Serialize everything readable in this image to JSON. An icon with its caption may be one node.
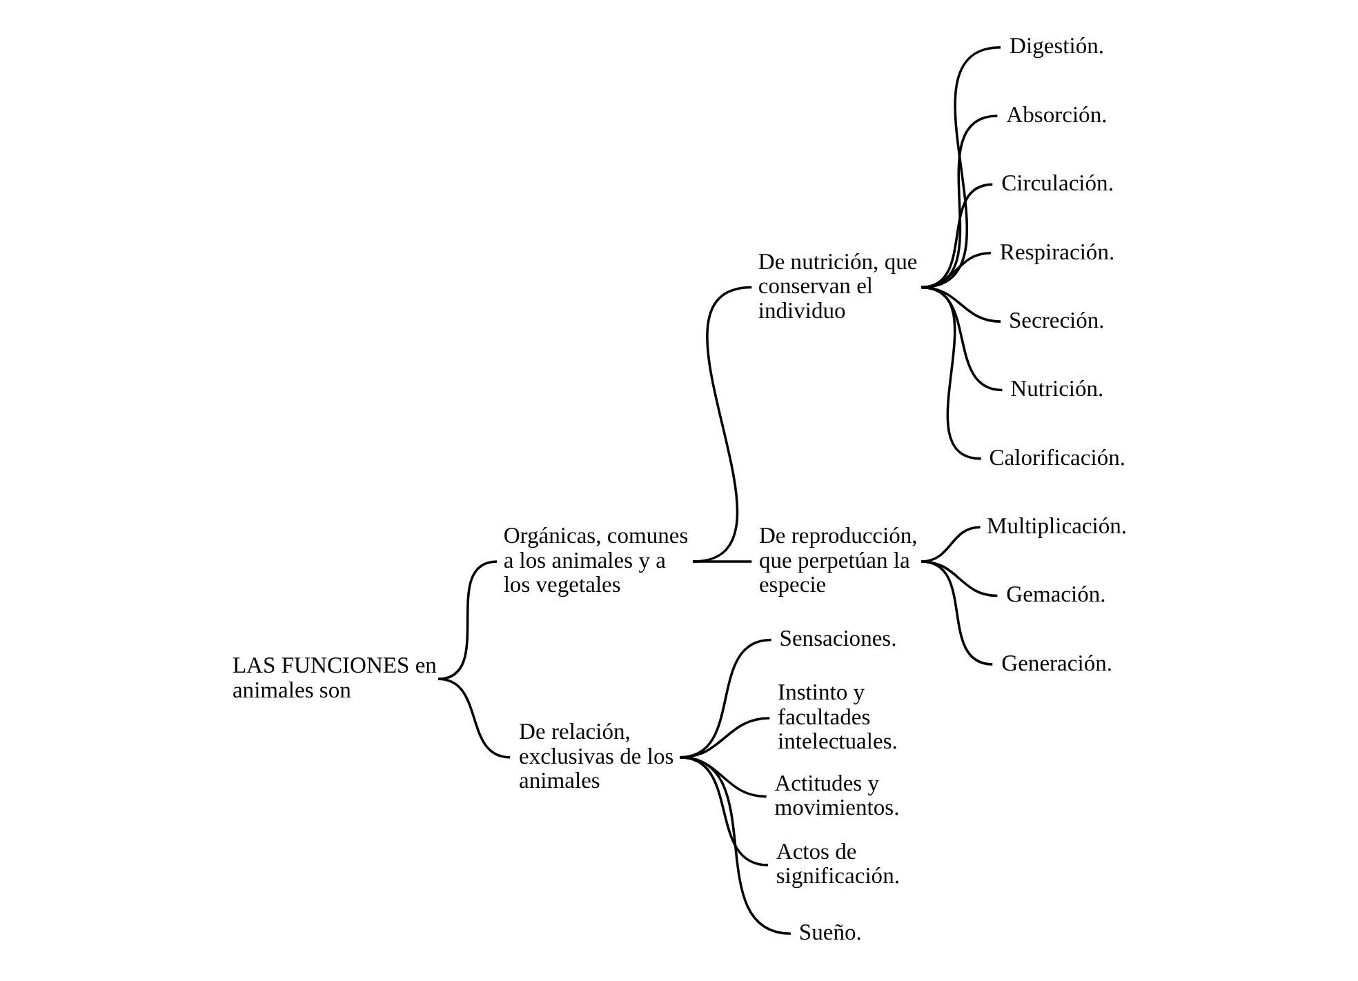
{
  "diagram": {
    "nodes": [
      {
        "text": [
          "LAS FUNCIONES en animales son"
        ]
      },
      {
        "text": [
          "Orgánicas, comunes a los animales y a los vegetales"
        ]
      },
      {
        "text": [
          "De nutrición, que conservan el individuo"
        ]
      },
      {
        "text": [
          "Digestión."
        ]
      },
      {
        "text": [
          "Absorción."
        ]
      },
      {
        "text": [
          "Circulación."
        ]
      },
      {
        "text": [
          "Respiración."
        ]
      },
      {
        "text": [
          "Secreción."
        ]
      },
      {
        "text": [
          "Nutrición."
        ]
      },
      {
        "text": [
          "Calorificación."
        ]
      },
      {
        "text": [
          "De reproducción, que perpetúan la especie"
        ]
      },
      {
        "text": [
          "Multiplicación."
        ]
      },
      {
        "text": [
          "Gemación."
        ]
      },
      {
        "text": [
          "Generación."
        ]
      },
      {
        "text": [
          "De relación, exclusivas de los animales"
        ]
      },
      {
        "text": [
          "Sensaciones."
        ]
      },
      {
        "text": [
          "Instinto y facultades intelectuales."
        ]
      },
      {
        "text": [
          "Actitudes y movimientos."
        ]
      },
      {
        "text": [
          "Actos de significación."
        ]
      },
      {
        "text": [
          "Sueño."
        ]
      }
    ],
    "edges": [
      {
        "from": 0,
        "to": 1,
        "arrow": "none"
      },
      {
        "from": 0,
        "to": 14,
        "arrow": "none"
      },
      {
        "from": 1,
        "to": 2,
        "arrow": "none"
      },
      {
        "from": 1,
        "to": 10,
        "arrow": "none"
      },
      {
        "from": 2,
        "to": 3,
        "arrow": "none"
      },
      {
        "from": 2,
        "to": 4,
        "arrow": "none"
      },
      {
        "from": 2,
        "to": 5,
        "arrow": "none"
      },
      {
        "from": 2,
        "to": 6,
        "arrow": "none"
      },
      {
        "from": 2,
        "to": 7,
        "arrow": "none"
      },
      {
        "from": 2,
        "to": 8,
        "arrow": "none"
      },
      {
        "from": 2,
        "to": 9,
        "arrow": "none"
      },
      {
        "from": 10,
        "to": 11,
        "arrow": "none"
      },
      {
        "from": 10,
        "to": 12,
        "arrow": "none"
      },
      {
        "from": 10,
        "to": 13,
        "arrow": "none"
      },
      {
        "from": 14,
        "to": 15,
        "arrow": "none"
      },
      {
        "from": 14,
        "to": 16,
        "arrow": "none"
      },
      {
        "from": 14,
        "to": 17,
        "arrow": "none"
      },
      {
        "from": 14,
        "to": 18,
        "arrow": "none"
      },
      {
        "from": 14,
        "to": 19,
        "arrow": "none"
      }
    ]
  }
}
